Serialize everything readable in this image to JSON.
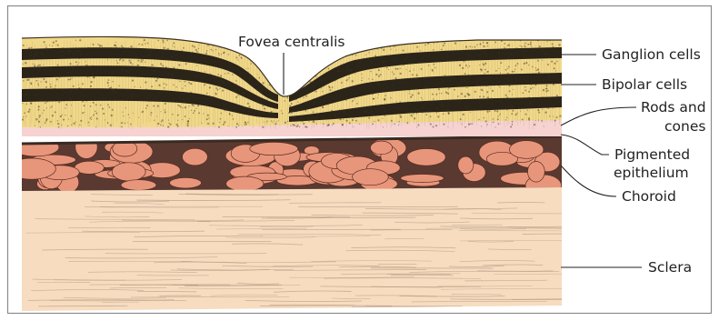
{
  "labels": {
    "fovea": "Fovea centralis",
    "ganglion": "Ganglion cells",
    "bipolar": "Bipolar cells",
    "rods_line1": "Rods and",
    "rods_line2": "cones",
    "pigment_line1": "Pigmented",
    "pigment_line2": "epithelium",
    "choroid": "Choroid",
    "sclera": "Sclera"
  },
  "colors": {
    "frame": "#8a8a8a",
    "retina_yellow": "#f1d889",
    "dark_band": "#2b2419",
    "stipple": "#3a3020",
    "rods_cones": "#f6d2d0",
    "pigmented_line": "#3a2a22",
    "choroid_bg": "#5a3a30",
    "vessel": "#e8967b",
    "vessel_edge": "#5a2c20",
    "sclera": "#f7dcc0",
    "sclera_fiber": "#9c8670",
    "text": "#222222"
  }
}
